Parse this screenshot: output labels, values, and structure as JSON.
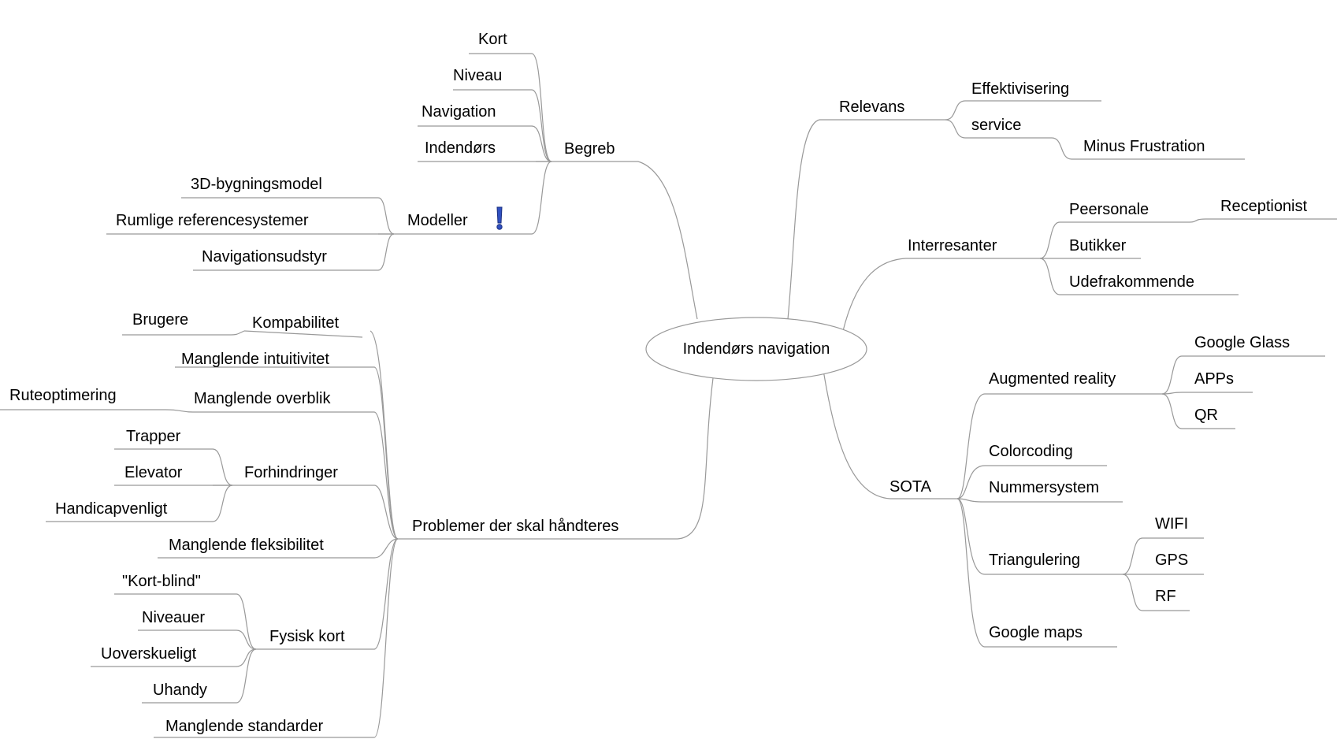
{
  "central": "Indendørs navigation",
  "branches": {
    "begreb": {
      "label": "Begreb",
      "children": [
        "Kort",
        "Niveau",
        "Navigation",
        "Indendørs"
      ],
      "modeller": {
        "label": "Modeller",
        "icon": "exclamation-icon",
        "children": [
          "3D-bygningsmodel",
          "Rumlige referencesystemer",
          "Navigationsudstyr"
        ]
      }
    },
    "problemer": {
      "label": "Problemer der skal håndteres",
      "kompabilitet": {
        "label": "Kompabilitet",
        "children": [
          "Brugere"
        ]
      },
      "intuitivitet": "Manglende intuitivitet",
      "overblik": {
        "label": "Manglende overblik",
        "children": [
          "Ruteoptimering"
        ]
      },
      "forhindringer": {
        "label": "Forhindringer",
        "children": [
          "Trapper",
          "Elevator",
          "Handicapvenligt"
        ]
      },
      "fleksibilitet": "Manglende fleksibilitet",
      "fysisk_kort": {
        "label": "Fysisk kort",
        "children": [
          "\"Kort-blind\"",
          "Niveauer",
          "Uoverskueligt",
          "Uhandy"
        ]
      },
      "standarder": "Manglende standarder"
    },
    "relevans": {
      "label": "Relevans",
      "effektivisering": "Effektivisering",
      "service": {
        "label": "service",
        "children": [
          "Minus Frustration"
        ]
      }
    },
    "interresanter": {
      "label": "Interresanter",
      "peersonale": {
        "label": "Peersonale",
        "children": [
          "Receptionist"
        ]
      },
      "butikker": "Butikker",
      "udefrakommende": "Udefrakommende"
    },
    "sota": {
      "label": "SOTA",
      "augmented": {
        "label": "Augmented reality",
        "children": [
          "Google Glass",
          "APPs",
          "QR"
        ]
      },
      "colorcoding": "Colorcoding",
      "nummersystem": "Nummersystem",
      "triangulering": {
        "label": "Triangulering",
        "children": [
          "WIFI",
          "GPS",
          "RF"
        ]
      },
      "googlemaps": "Google maps"
    }
  },
  "colors": {
    "line": "#999999",
    "text": "#000000",
    "icon": "#3050c0"
  }
}
